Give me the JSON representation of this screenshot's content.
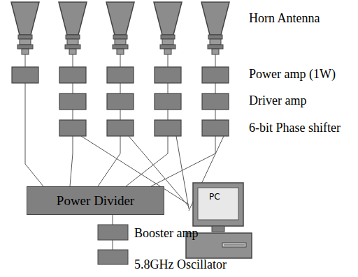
{
  "diagram": {
    "nodes": [
      {
        "text": [
          "Power Divider"
        ]
      }
    ],
    "labels": [
      "Horn Antenna",
      "Power amp (1W)",
      "Driver amp",
      "6-bit Phase shifter",
      "Booster amp",
      "5.8GHz Oscillator",
      "PC"
    ]
  }
}
